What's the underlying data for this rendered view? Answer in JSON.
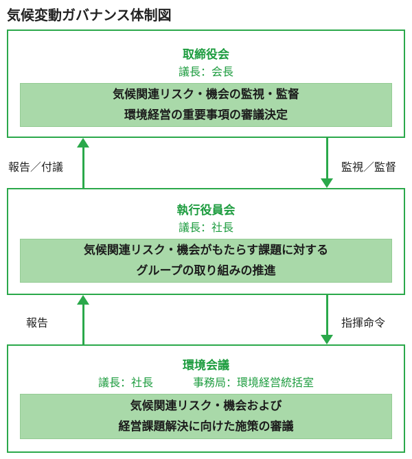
{
  "title": "気候変動ガバナンス体制図",
  "boxes": {
    "board": {
      "name": "取締役会",
      "chair": "議長：会長",
      "lines": [
        "気候関連リスク・機会の監視・監督",
        "環境経営の重要事項の審議決定"
      ]
    },
    "executive": {
      "name": "執行役員会",
      "chair": "議長：社長",
      "lines": [
        "気候関連リスク・機会がもたらす課題に対する",
        "グループの取り組みの推進"
      ]
    },
    "env_council": {
      "name": "環境会議",
      "chair": "議長：社長",
      "secretariat": "事務局：環境経営統括室",
      "lines": [
        "気候関連リスク・機会および",
        "経営課題解決に向けた施策の審議"
      ]
    }
  },
  "arrows": {
    "exec_to_board": "報告／付議",
    "board_to_exec": "監視／監督",
    "council_to_exec": "報告",
    "exec_to_council": "指揮命令"
  },
  "colors": {
    "accent_green": "#2aa84a",
    "text_green": "#1d9c3f",
    "inner_fill": "#a9d9a9"
  }
}
